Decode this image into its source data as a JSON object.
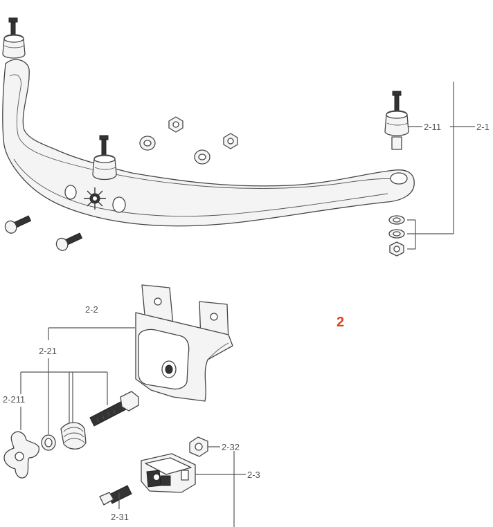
{
  "figure_number": "2",
  "callouts": {
    "c2_1": "2-1",
    "c2_11": "2-11",
    "c2_2": "2-2",
    "c2_21": "2-21",
    "c2_211": "2-211",
    "c2_3": "2-3",
    "c2_31": "2-31",
    "c2_32": "2-32"
  },
  "colors": {
    "figure_number": "#e0401a",
    "leader_lines": "#555555"
  }
}
